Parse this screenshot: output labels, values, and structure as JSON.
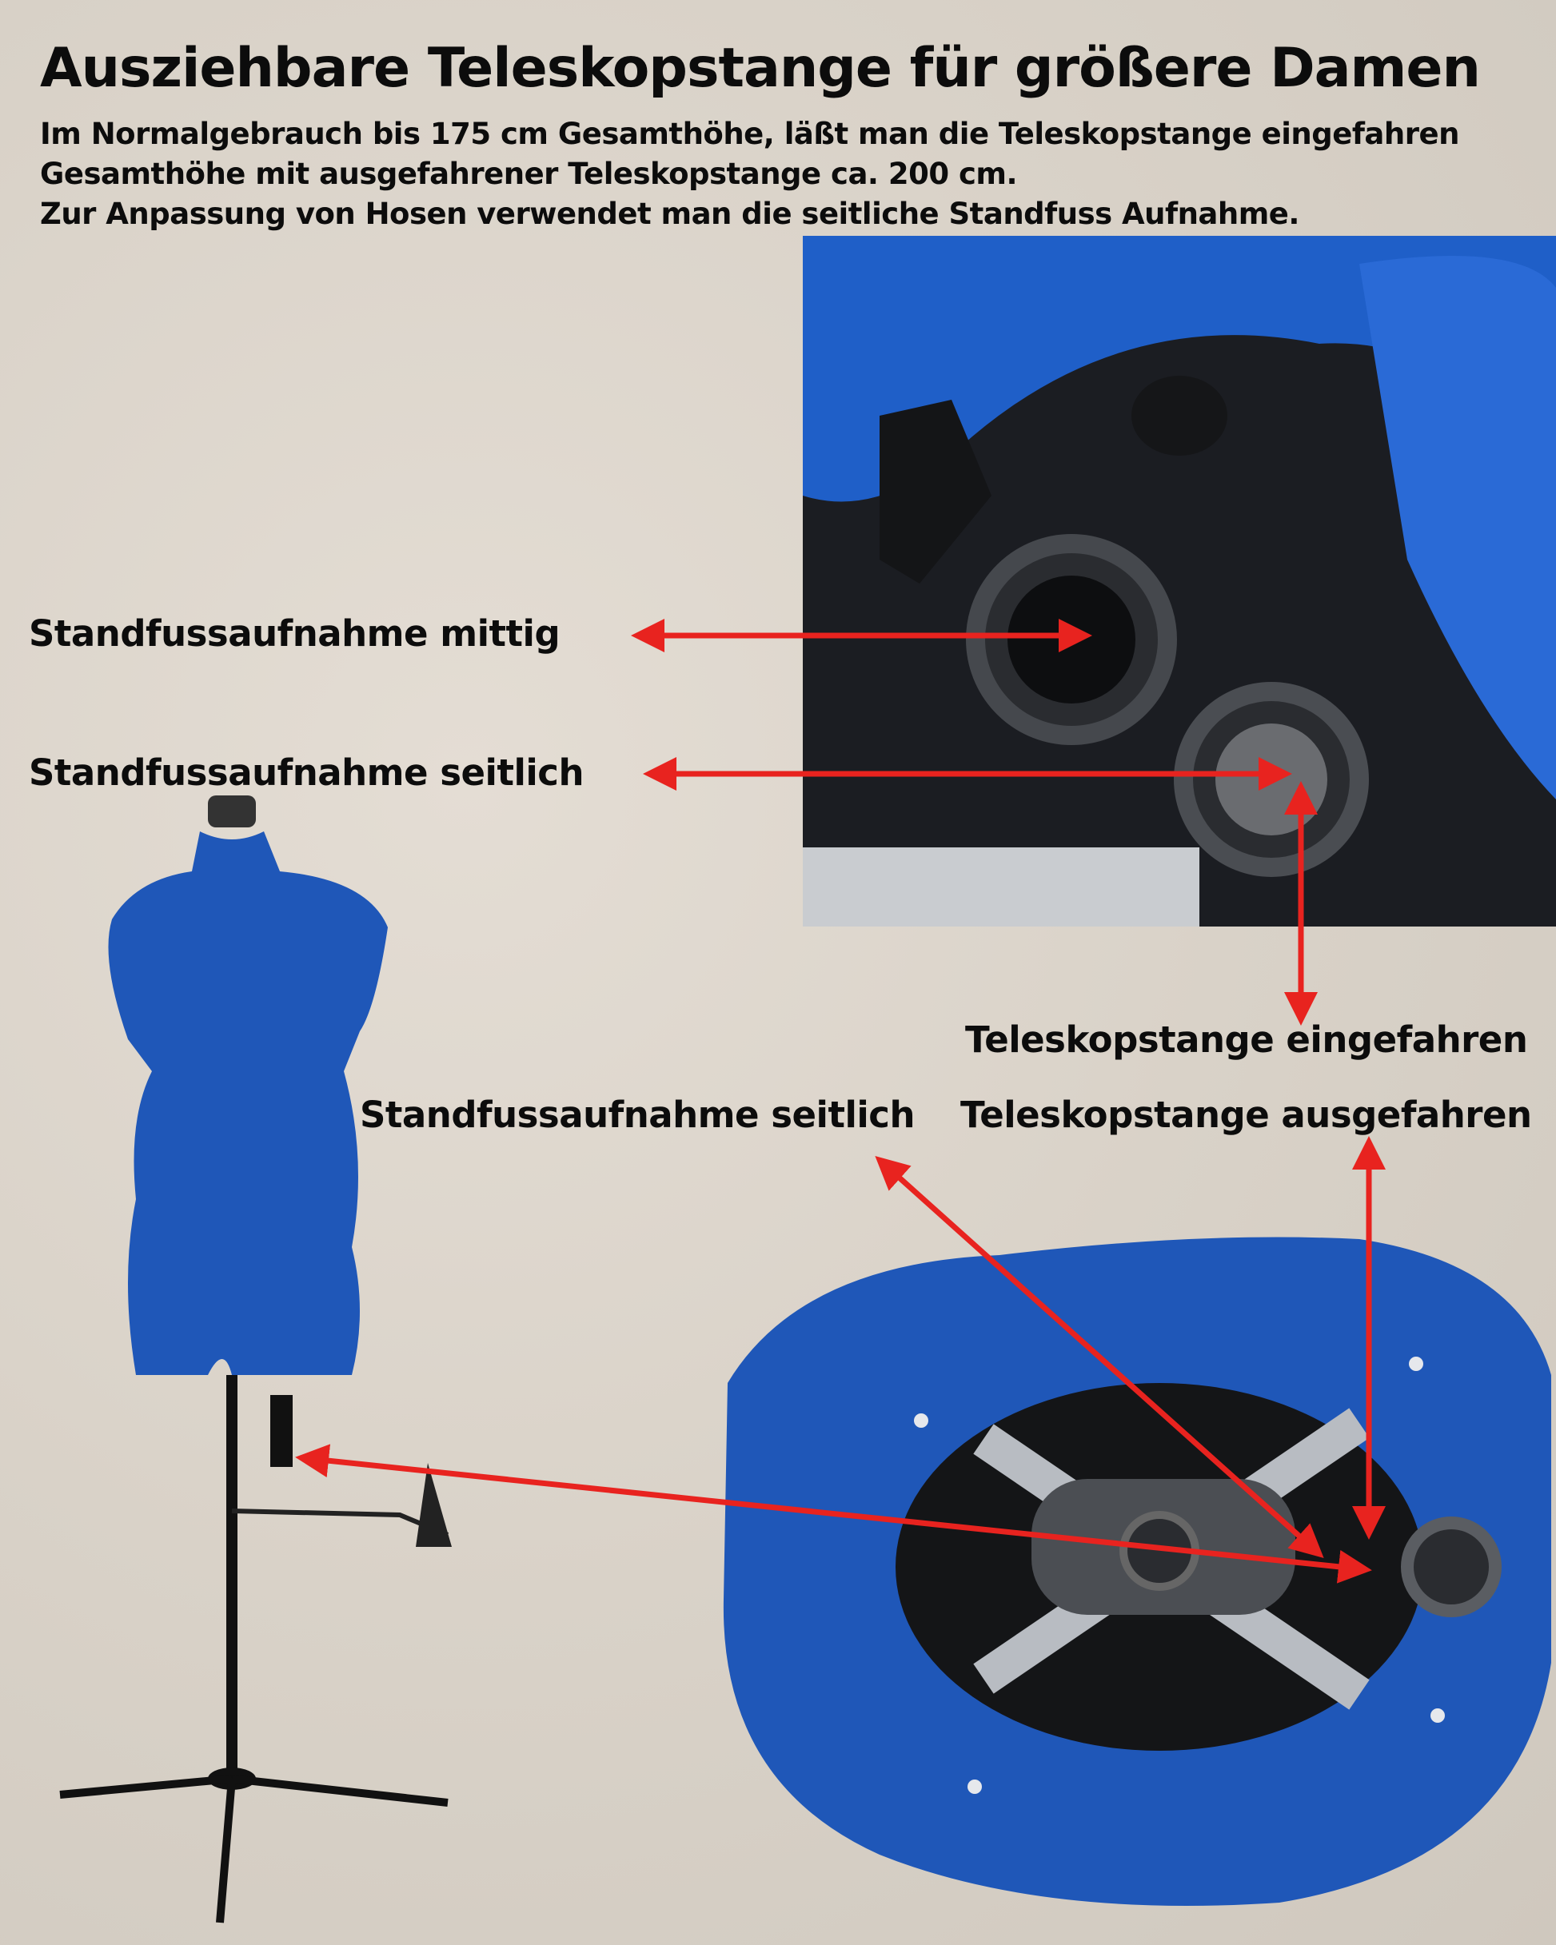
{
  "title": "Ausziehbare Teleskopstange für größere Damen",
  "subtitle_lines": [
    "Im Normalgebrauch bis 175 cm Gesamthöhe, läßt man die Teleskopstange eingefahren",
    "Gesamthöhe mit ausgefahrener Teleskopstange ca. 200 cm.",
    "Zur Anpassung von Hosen verwendet man die seitliche Standfuss Aufnahme."
  ],
  "labels": {
    "mount_center": "Standfussaufnahme mittig",
    "mount_side": "Standfussaufnahme seitlich",
    "tele_retracted": "Teleskopstange eingefahren",
    "mount_side_bottom": "Standfussaufnahme seitlich",
    "tele_extended": "Teleskopstange ausgefahren"
  },
  "colors": {
    "arrow": "#e8231f",
    "fabric": "#1f57b8",
    "background": "#ddd6cc"
  }
}
